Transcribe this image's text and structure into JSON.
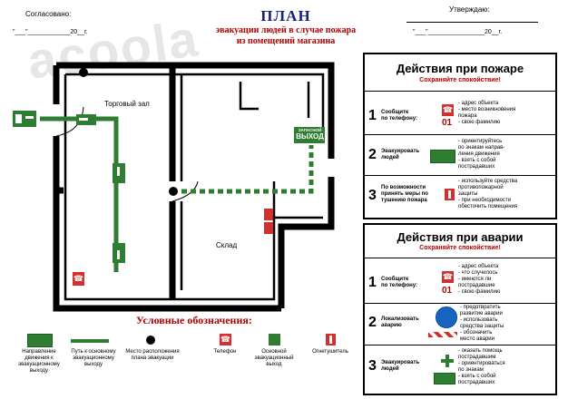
{
  "header": {
    "agreed_label": "Согласовано:",
    "agreed_line": "\"___\"____________20__г.",
    "approved_label": "Утверждаю:",
    "approved_line": "\"___\"________________20__г.",
    "title": "ПЛАН",
    "subtitle_line1": "эвакуации людей в случае пожара",
    "subtitle_line2": "из помещений магазина"
  },
  "watermark": "acoola",
  "plan": {
    "room_hall": "Торговый зал",
    "room_storage": "Склад",
    "exit_sign_line1": "ЗАПАСНОЙ",
    "exit_sign_line2": "ВЫХОД"
  },
  "fire_panel": {
    "title": "Действия при пожаре",
    "subtitle": "Сохраняйте спокойствие!",
    "steps": [
      {
        "num": "1",
        "action": [
          "Сообщите",
          "по телефону:"
        ],
        "phone_code": "01",
        "items": [
          "- адрес объекта",
          "- место возникновения",
          "  пожара",
          "- свою фамилию"
        ]
      },
      {
        "num": "2",
        "action": [
          "Эвакуировать",
          "людей"
        ],
        "items": [
          "- ориентируйтесь",
          "  по знакам направ-",
          "  ления движения",
          "- взять с собой",
          "  пострадавших"
        ]
      },
      {
        "num": "3",
        "action": [
          "По возможности",
          "принять меры по",
          "тушению пожара"
        ],
        "items": [
          "- используйте средства",
          "  противопожарной",
          "  защиты",
          "- при необходимости",
          "  обесточить помещения"
        ]
      }
    ]
  },
  "accident_panel": {
    "title": "Действия при аварии",
    "subtitle": "Сохраняйте спокойствие!",
    "steps": [
      {
        "num": "1",
        "action": [
          "Сообщите",
          "по телефону:"
        ],
        "phone_code": "01",
        "items": [
          "- адрес объекта",
          "- что случилось",
          "- имеются ли",
          "  пострадавшие",
          "- свою фамилию"
        ]
      },
      {
        "num": "2",
        "action": [
          "Локализовать",
          "аварию"
        ],
        "items": [
          "- предотвратить",
          "  развитие аварии",
          "- использовать",
          "  средства защиты",
          "- обозначить",
          "  место аварии"
        ]
      },
      {
        "num": "3",
        "action": [
          "Эвакуировать",
          "людей"
        ],
        "items": [
          "- оказать помощь",
          "  пострадавшим",
          "- ориентироваться",
          "  по знакам",
          "- взять с собой",
          "  пострадавших"
        ]
      }
    ]
  },
  "legend": {
    "title": "Условные обозначения:",
    "items": [
      {
        "label": [
          "Направление",
          "движения к",
          "эвакуационному",
          "выходу"
        ]
      },
      {
        "label": [
          "Путь к основному",
          "эвакуационному",
          "выходу"
        ]
      },
      {
        "label": [
          "Место расположения",
          "плана эвакуации"
        ]
      },
      {
        "label": [
          "Телефон"
        ]
      },
      {
        "label": [
          "Основной",
          "эвакуационный",
          "выход"
        ]
      },
      {
        "label": [
          "Огнетушитель"
        ]
      }
    ]
  },
  "colors": {
    "exit_green": "#2e7d32",
    "fire_red": "#d32f2f",
    "title_blue": "#1a237e",
    "subtitle_red": "#b00000",
    "walls": "#000000"
  }
}
